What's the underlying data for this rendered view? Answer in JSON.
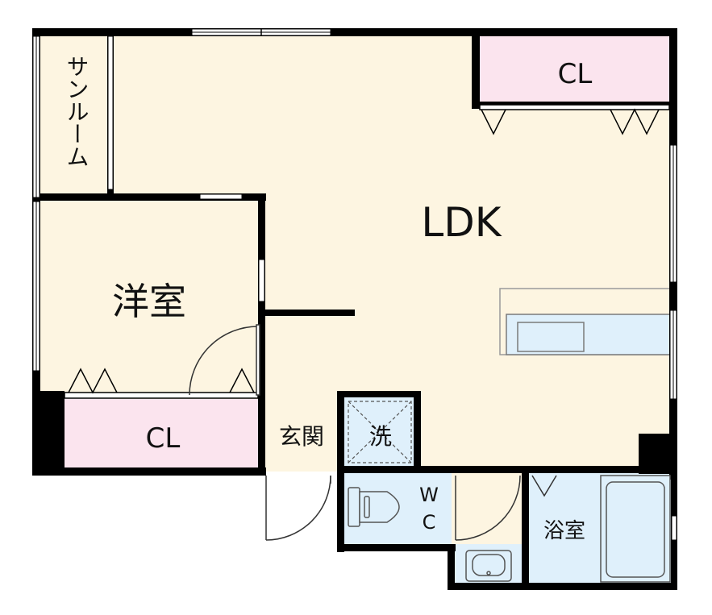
{
  "rooms": {
    "sunroom": "サンルーム",
    "ldk": "LDK",
    "western_room": "洋室",
    "closet_top": "CL",
    "closet_bottom": "CL",
    "entrance": "玄関",
    "washer": "洗",
    "wc_w": "W",
    "wc_c": "C",
    "bathroom": "浴室"
  },
  "colors": {
    "floor": "#fdf5e1",
    "closet": "#fbe4ee",
    "wet_area": "#dff0fb",
    "wall": "#000000",
    "window": "#ffffff",
    "fixture_line": "#7a7a7a"
  }
}
